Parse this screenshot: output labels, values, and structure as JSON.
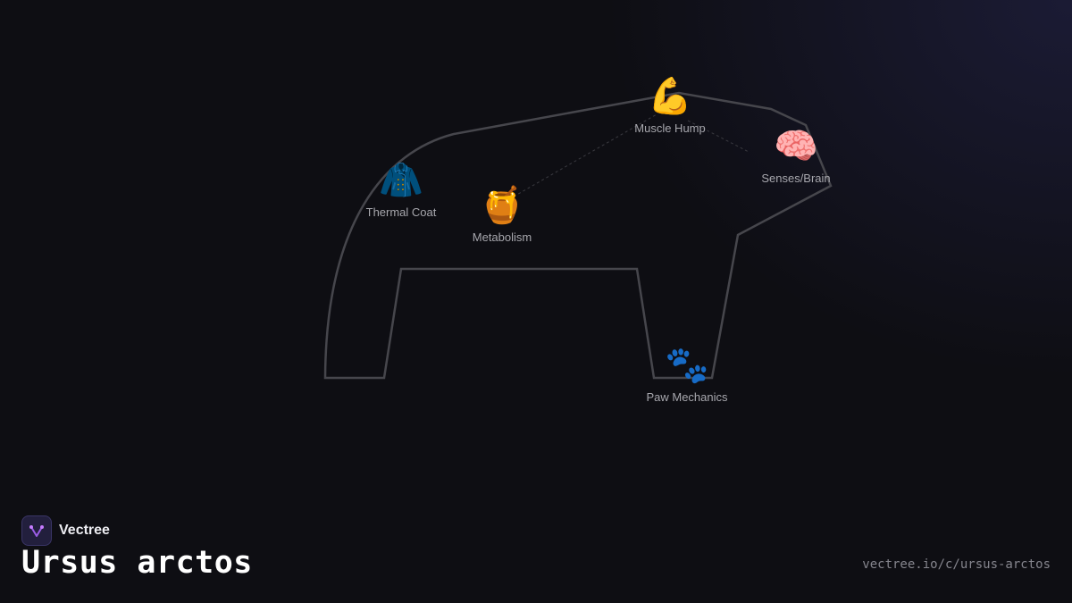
{
  "brand": {
    "name": "Vectree"
  },
  "title": "Ursus arctos",
  "url": "vectree.io/c/ursus-arctos",
  "colors": {
    "background": "#0e0e13",
    "outline": "#46464c",
    "connector": "#3a3a40",
    "label": "#a7a7ad",
    "brand_accent": "#9b5de5"
  },
  "nodes": [
    {
      "id": "muscle-hump",
      "label": "Muscle Hump",
      "icon": "flexed-biceps-icon",
      "glyph": "💪"
    },
    {
      "id": "senses-brain",
      "label": "Senses/Brain",
      "icon": "brain-icon",
      "glyph": "🧠"
    },
    {
      "id": "thermal-coat",
      "label": "Thermal Coat",
      "icon": "coat-icon",
      "glyph": "🧥"
    },
    {
      "id": "metabolism",
      "label": "Metabolism",
      "icon": "honey-pot-icon",
      "glyph": "🍯"
    },
    {
      "id": "paw-mechanics",
      "label": "Paw Mechanics",
      "icon": "paw-prints-icon",
      "glyph": "🐾"
    }
  ]
}
